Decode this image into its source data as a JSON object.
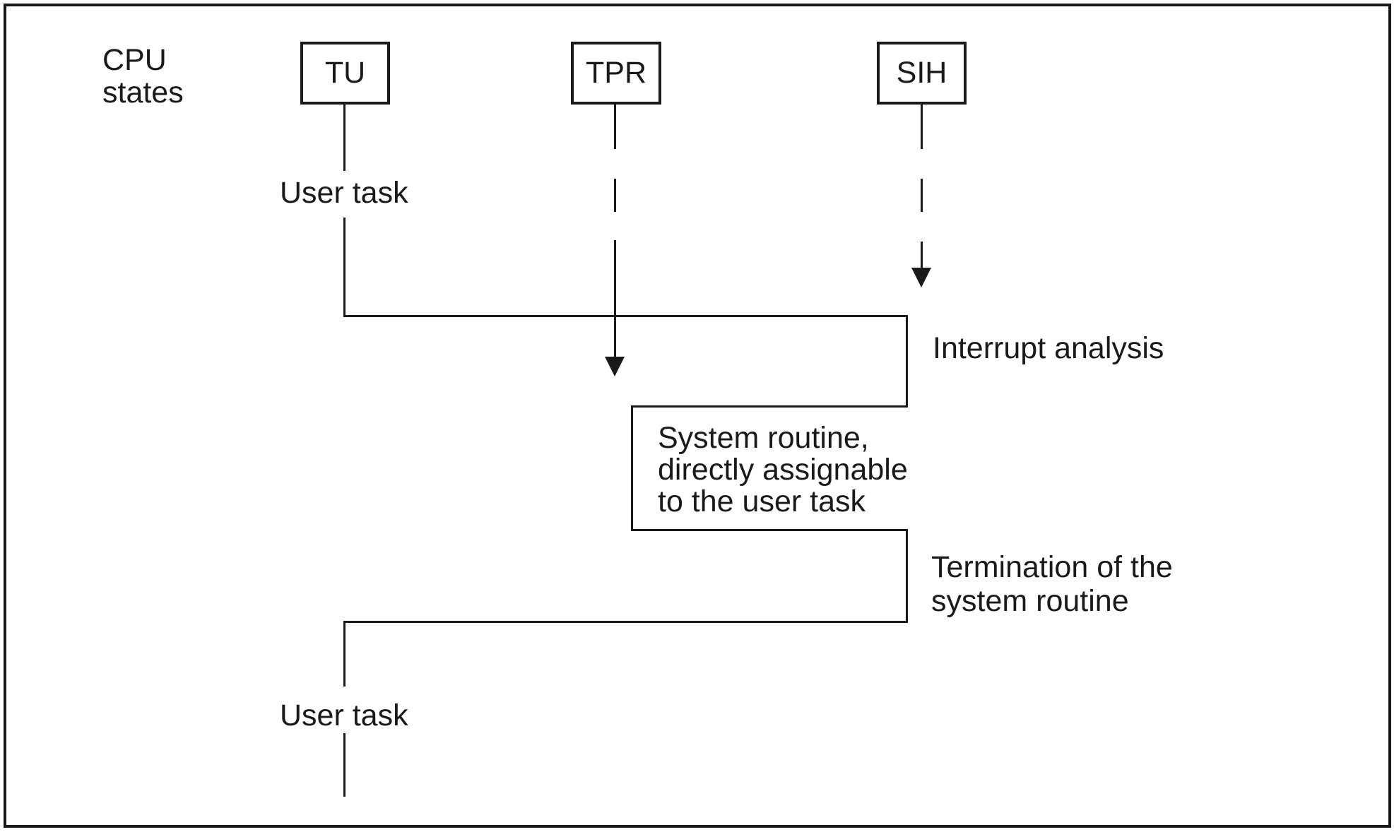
{
  "figure": {
    "background_color": "#ffffff",
    "line_color": "#1a1a1a",
    "text_color": "#1a1a1a",
    "description": "CPU states transition diagram"
  },
  "header": {
    "axis_label_line1": "CPU",
    "axis_label_line2": "states"
  },
  "columns": [
    {
      "id": "tu",
      "label": "TU"
    },
    {
      "id": "tpr",
      "label": "TPR"
    },
    {
      "id": "sih",
      "label": "SIH"
    }
  ],
  "annotations": {
    "user_task_top": "User task",
    "user_task_bottom": "User task",
    "interrupt_analysis": "Interrupt analysis",
    "system_routine_line1": "System routine,",
    "system_routine_line2": "directly assignable",
    "system_routine_line3": "to the user task",
    "termination_line1": "Termination of the",
    "termination_line2": "system routine"
  }
}
